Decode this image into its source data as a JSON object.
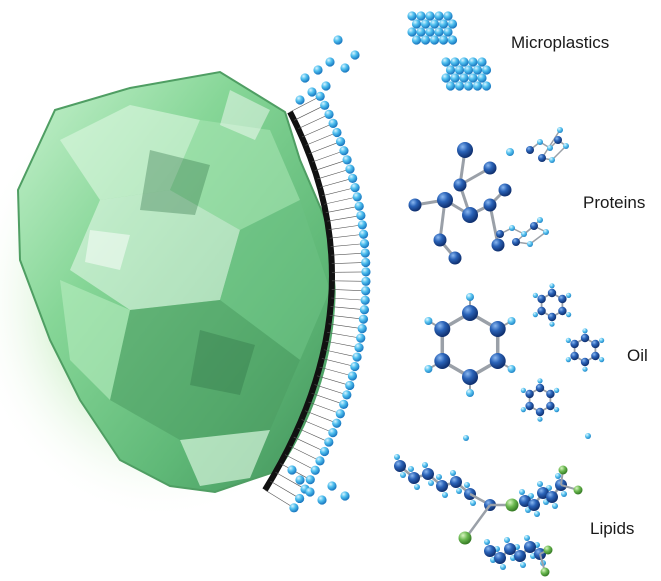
{
  "labels": {
    "microplastics": "Microplastics",
    "proteins": "Proteins",
    "oil": "Oil",
    "lipids": "Lipids"
  },
  "colors": {
    "crystal": "#7fd99a",
    "crystal_dark": "#3f9b5b",
    "bead_light": "#5cc8f2",
    "bead_mid": "#2a8fd0",
    "bead_dark": "#1b4f9c",
    "atom_green": "#6ab850",
    "bond": "#9aa0a8",
    "arc_black": "#111111"
  },
  "icons": [
    "zeolite-crystal",
    "surfactant-bead",
    "molecule-ball-stick"
  ]
}
